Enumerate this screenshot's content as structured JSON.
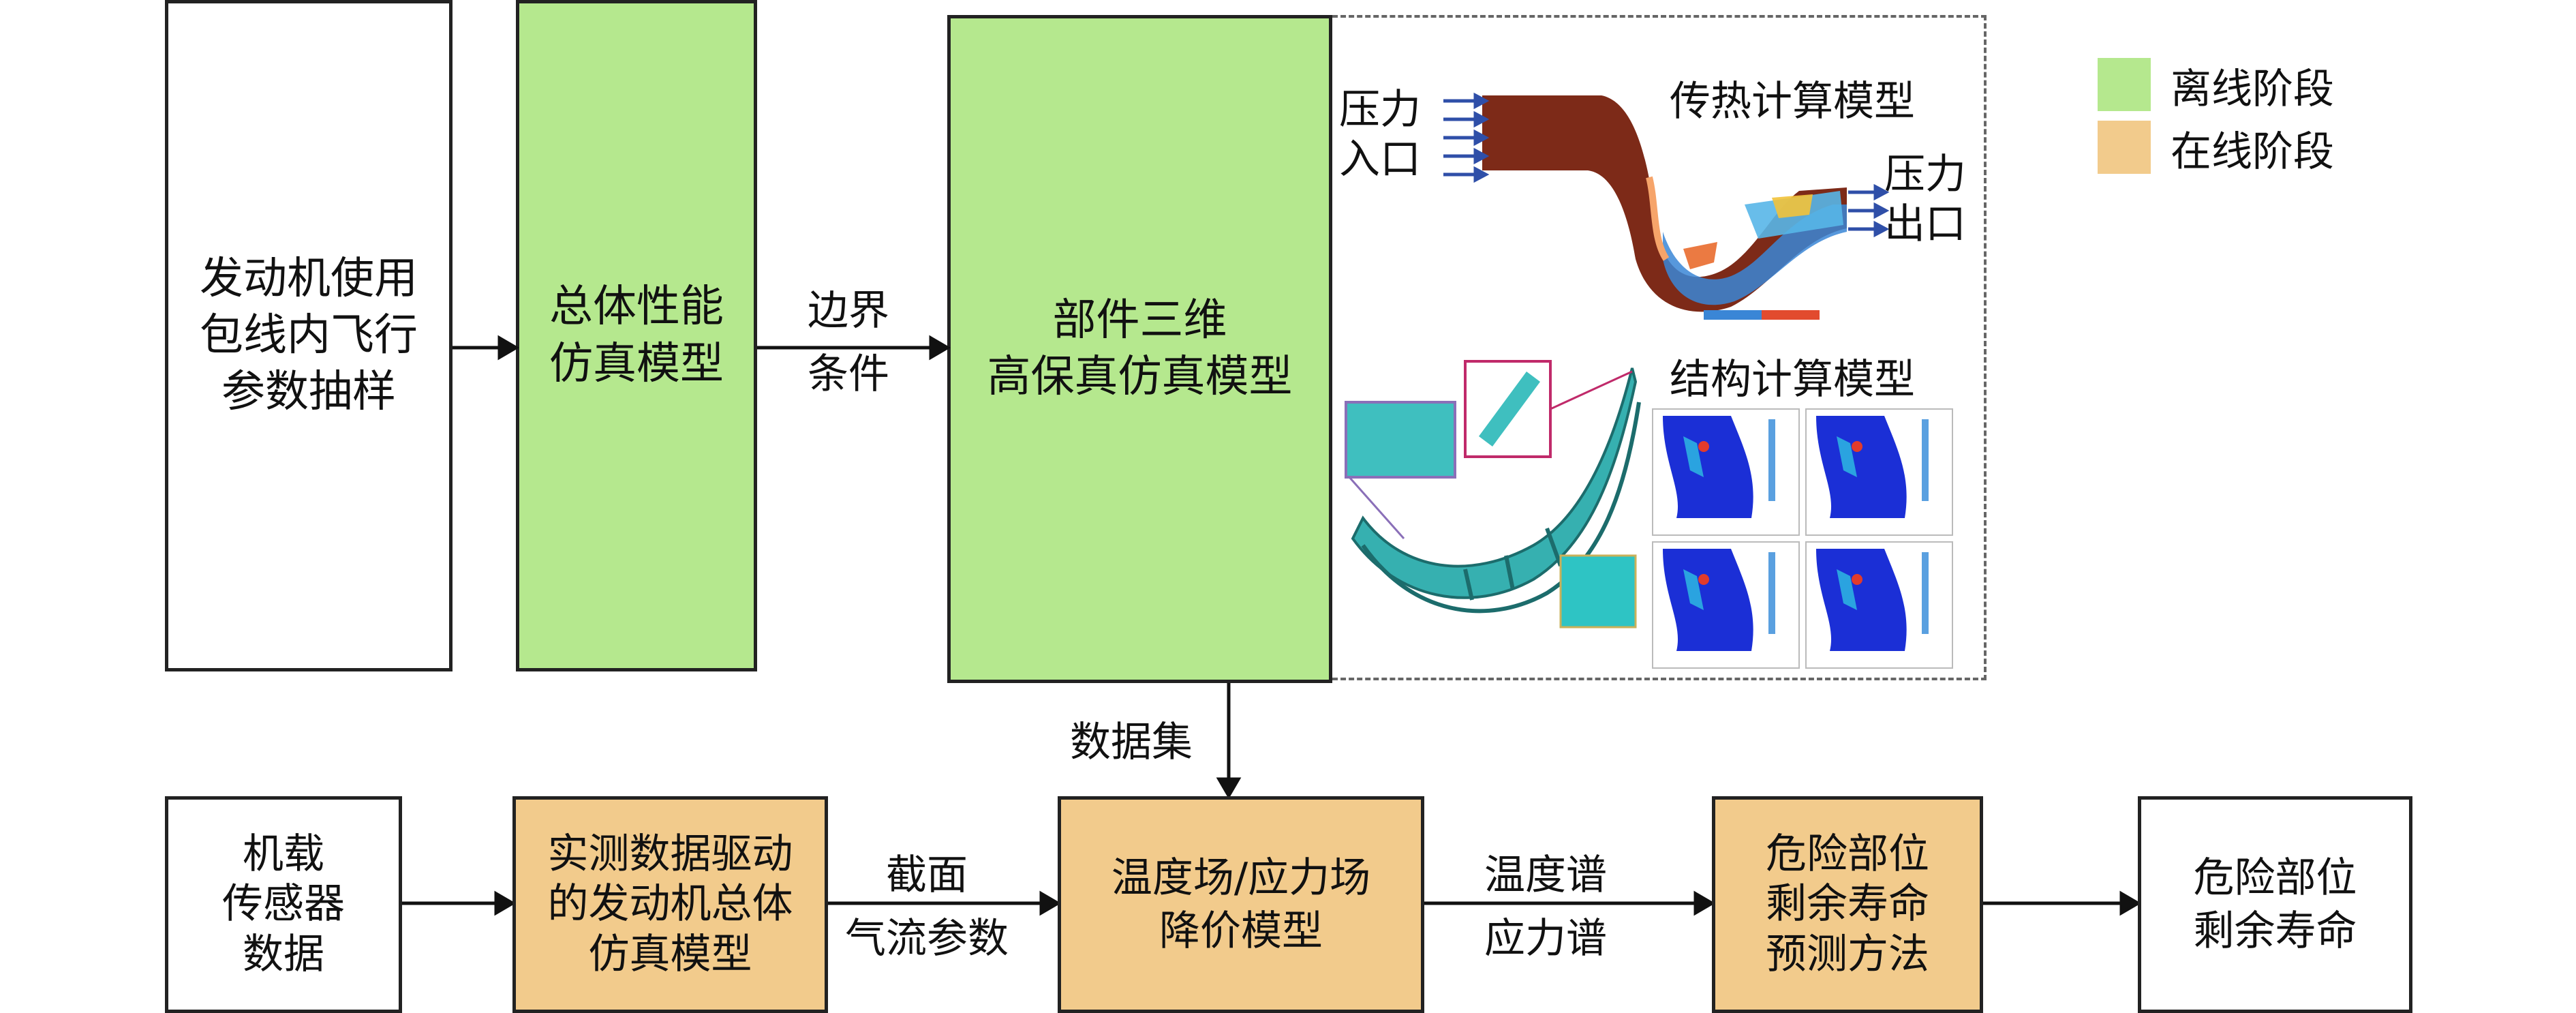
{
  "boxes": {
    "sampling": "发动机使用\n包线内飞行\n参数抽样",
    "overall_model": "总体性能\n仿真模型",
    "component_model": "部件三维\n高保真仿真模型",
    "onboard_sensor": "机载\n传感器\n数据",
    "measured_model": "实测数据驱动\n的发动机总体\n仿真模型",
    "reduced_model": "温度场/应力场\n降价模型",
    "prediction_method": "危险部位\n剩余寿命\n预测方法",
    "remaining_life": "危险部位\n剩余寿命"
  },
  "edges": {
    "boundary": "边界\n条件",
    "dataset": "数据集",
    "section_flow": "截面\n气流参数",
    "spectra": "温度谱\n应力谱"
  },
  "panel": {
    "heat_title": "传热计算模型",
    "inlet_label": "压力\n入口",
    "outlet_label": "压力\n出口",
    "struct_title": "结构计算模型"
  },
  "legend": {
    "offline": "离线阶段",
    "online": "在线阶段"
  },
  "colors": {
    "offline": "#b5e88e",
    "online": "#f2cb8c"
  }
}
